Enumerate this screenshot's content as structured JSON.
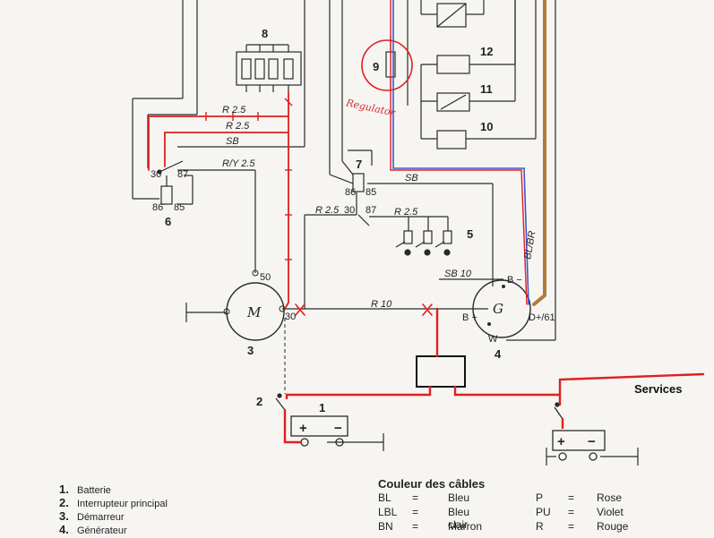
{
  "components": {
    "c1": "1",
    "c2": "2",
    "c3": "3",
    "c4": "4",
    "c5": "5",
    "c6": "6",
    "c7": "7",
    "c8": "8",
    "c9": "9",
    "c10": "10",
    "c11": "11",
    "c12": "12"
  },
  "symbols": {
    "motor": "M",
    "generator": "G",
    "plus": "+",
    "minus": "−"
  },
  "wire_labels": {
    "r25_a": "R 2.5",
    "r25_b": "R 2.5",
    "sb_a": "SB",
    "ry25": "R/Y 2.5",
    "r25_c": "R 2.5",
    "r25_d": "R 2.5",
    "sb_b": "SB",
    "sb10": "SB 10",
    "r10": "R 10",
    "blbr": "BL/BR"
  },
  "terminals": {
    "t30a": "30",
    "t87a": "87",
    "t86a": "86",
    "t85a": "85",
    "t86b": "86",
    "t85b": "85",
    "t30b": "30",
    "t87b": "87",
    "t50": "50",
    "t30c": "30",
    "tbminus": "B −",
    "tbplus": "B +",
    "td61": "D+/61",
    "tw": "W"
  },
  "annotations": {
    "regulator": "Regulator",
    "services": "Services"
  },
  "legend_items": [
    {
      "num": "1.",
      "label": "Batterie"
    },
    {
      "num": "2.",
      "label": "Interrupteur principal"
    },
    {
      "num": "3.",
      "label": "Démarreur"
    },
    {
      "num": "4.",
      "label": "Générateur"
    }
  ],
  "color_legend": {
    "title": "Couleur des câbles",
    "rows": [
      {
        "code": "BL",
        "eq": "=",
        "name": "Bleu",
        "code2": "P",
        "eq2": "=",
        "name2": "Rose"
      },
      {
        "code": "LBL",
        "eq": "=",
        "name": "Bleu clair",
        "code2": "PU",
        "eq2": "=",
        "name2": "Violet"
      },
      {
        "code": "BN",
        "eq": "=",
        "name": "Marron",
        "code2": "R",
        "eq2": "=",
        "name2": "Rouge"
      }
    ]
  },
  "colors": {
    "ink": "#2a2a2a",
    "red_marker": "#e02020",
    "blue_marker": "#4455cc",
    "brown_marker": "#b07a3c",
    "paper": "#f6f5f2"
  }
}
